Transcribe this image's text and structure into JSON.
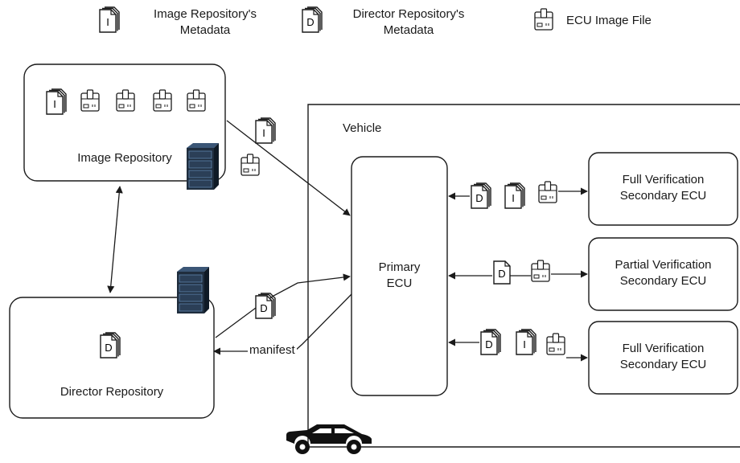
{
  "legend": {
    "image_metadata": {
      "line1": "Image Repository's",
      "line2": "Metadata",
      "letter": "I"
    },
    "director_metadata": {
      "line1": "Director Repository's",
      "line2": "Metadata",
      "letter": "D"
    },
    "ecu_image": {
      "label": "ECU Image File"
    }
  },
  "image_repository": {
    "label": "Image Repository"
  },
  "director_repository": {
    "label": "Director Repository"
  },
  "vehicle": {
    "label": "Vehicle"
  },
  "primary_ecu": {
    "line1": "Primary",
    "line2": "ECU"
  },
  "manifest_label": "manifest",
  "secondary_ecus": [
    {
      "line1": "Full Verification",
      "line2": "Secondary ECU"
    },
    {
      "line1": "Partial Verification",
      "line2": "Secondary ECU"
    },
    {
      "line1": "Full Verification",
      "line2": "Secondary ECU"
    }
  ],
  "colors": {
    "stroke": "#1a1a1a",
    "server_body": "#1f2d3d",
    "server_light": "#5f86b0"
  }
}
